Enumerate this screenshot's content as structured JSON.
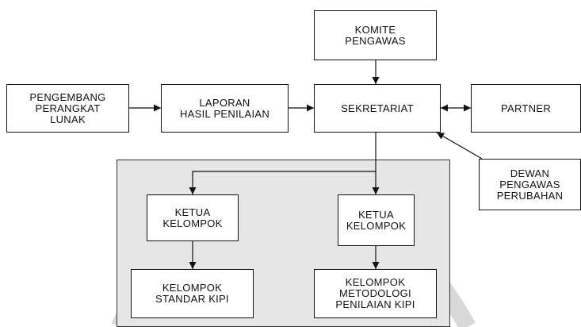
{
  "nodes": {
    "komite": "KOMITE\nPENGAWAS",
    "pengembang": "PENGEMBANG\nPERANGKAT\nLUNAK",
    "laporan": "LAPORAN\nHASIL PENILAIAN",
    "sekretariat": "SEKRETARIAT",
    "partner": "PARTNER",
    "dewan": "DEWAN\nPENGAWAS\nPERUBAHAN",
    "ketua1": "KETUA\nKELOMPOK",
    "ketua2": "KETUA\nKELOMPOK",
    "kelompok_standar": "KELOMPOK\nSTANDAR KIPI",
    "kelompok_metodologi": "KELOMPOK\nMETODOLOGI\nPENILAIAN KIPI"
  },
  "colors": {
    "line": "#111111",
    "group_fill": "#e6e6e6",
    "watermark": "#d8d8d8"
  }
}
